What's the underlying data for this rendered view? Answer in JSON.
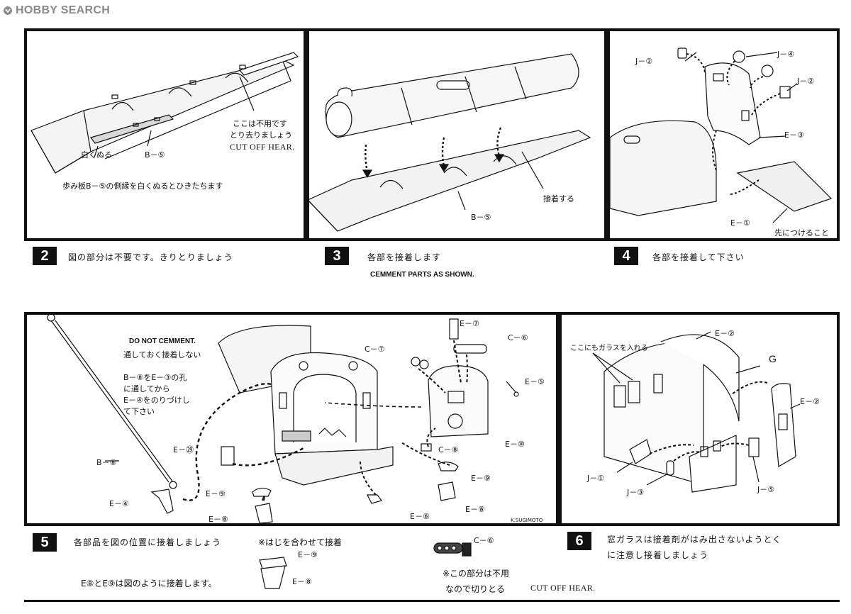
{
  "header": {
    "logo_text": "HOBBY SEARCH"
  },
  "panel2": {
    "label_shiroku": "白くぬる",
    "label_b5": "B－⑤",
    "label_fuyou_1": "ここは不用です",
    "label_fuyou_2": "とり去りましょう",
    "label_cutoff": "CUT OFF HEAR.",
    "note": "歩み板B－⑤の側縁を白くぬるとひきたちます"
  },
  "panel3": {
    "label_setchaku": "接着する",
    "label_b5": "B－⑤"
  },
  "panel4": {
    "label_j2_top": "J－②",
    "label_j4": "J－④",
    "label_j2_right": "J－②",
    "label_e3": "E－③",
    "label_e1": "E－①",
    "label_saki": "先につけること"
  },
  "captions_top": {
    "step2_num": "2",
    "step2_text": "図の部分は不要です。きりとりましょう",
    "step3_num": "3",
    "step3_text": "各部を接着します",
    "step3_en": "CEMMENT PARTS AS SHOWN.",
    "step4_num": "4",
    "step4_text": "各部を接着して下さい"
  },
  "panel5": {
    "do_not": "DO NOT CEMMENT.",
    "tooshite": "通しておく接着しない",
    "instr_1": "B－⑧をE－③の孔",
    "instr_2": "に通してから",
    "instr_3": "E－④をのりづけし",
    "instr_4": "て下さい",
    "label_b8": "B－⑧",
    "label_e4": "E－④",
    "label_e29": "E－㉙",
    "label_e9_left": "E－⑨",
    "label_e8_left": "E－⑧",
    "label_c7": "C－⑦",
    "label_e7": "E－⑦",
    "label_c6": "C－⑥",
    "label_e5": "E－⑤",
    "label_e10": "E－⑩",
    "label_c8": "C－⑧",
    "label_e9_right": "E－⑨",
    "label_e6": "E－⑥",
    "label_e8_right": "E－⑧",
    "signature": "K.SUGIMOTO"
  },
  "panel6": {
    "label_garasu": "ここにもガラスを入れる",
    "label_e2_top": "E－②",
    "label_g": "G",
    "label_e2_right": "E－②",
    "label_j1": "J－①",
    "label_j3": "J－③",
    "label_j5": "J－⑤"
  },
  "captions_bottom": {
    "step5_num": "5",
    "step5_text": "各部品を図の位置に接着しましょう",
    "hashi": "※はじを合わせて接着",
    "e9": "E－⑨",
    "e8": "E－⑧",
    "e8e9_note": "E⑧とE⑨は図のように接着します。",
    "c6": "C－⑥",
    "cut_note_1": "※この部分は不用",
    "cut_note_2": "なので切りとる",
    "cut_note_en": "CUT OFF HEAR.",
    "step6_num": "6",
    "step6_text_1": "窓ガラスは接着剤がはみ出さないようとく",
    "step6_text_2": "に注意し接着しましょう"
  }
}
